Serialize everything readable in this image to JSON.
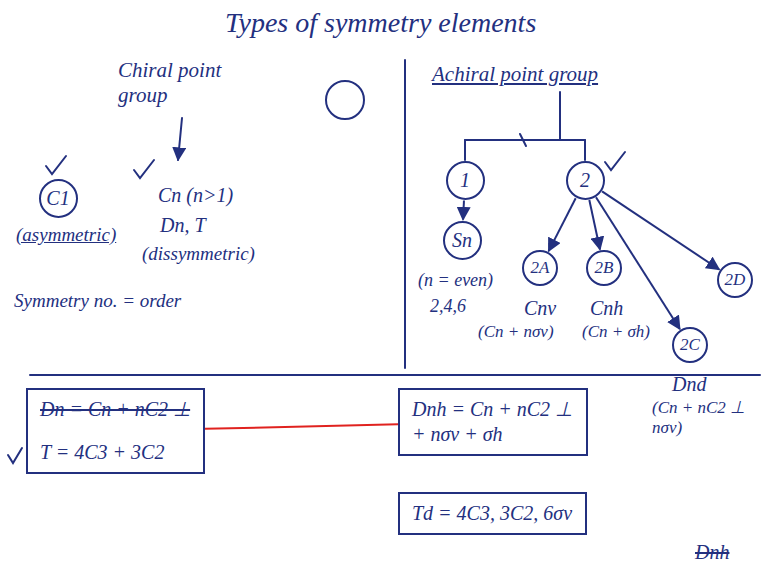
{
  "diagram": {
    "title": "Types of symmetry elements",
    "nodes": [
      {
        "text": [
          "C1"
        ]
      },
      {
        "text": [
          "1"
        ]
      },
      {
        "text": [
          "Sn"
        ]
      },
      {
        "text": [
          "2"
        ]
      },
      {
        "text": [
          "2A"
        ]
      },
      {
        "text": [
          "2B"
        ]
      },
      {
        "text": [
          "2C"
        ]
      },
      {
        "text": [
          "2D"
        ]
      },
      {
        "text": [
          "Dn = Cn + nC2 ⊥",
          "T = 4C3 + 3C2"
        ]
      },
      {
        "text": [
          "Dnh = Cn + nC2 ⊥ + nσv + σh"
        ]
      },
      {
        "text": [
          "Td = 4C3, 3C2, 6σv"
        ]
      }
    ],
    "edges": [
      {
        "from": 1,
        "to": 2,
        "arrow": "to"
      },
      {
        "from": 3,
        "to": 4,
        "arrow": "to"
      },
      {
        "from": 3,
        "to": 5,
        "arrow": "to"
      },
      {
        "from": 3,
        "to": 6,
        "arrow": "to"
      },
      {
        "from": 3,
        "to": 7,
        "arrow": "to"
      },
      {
        "from": 8,
        "to": 9,
        "arrow": "none"
      }
    ],
    "labels": [
      "Chiral point group",
      "(asymmetric)",
      "Cn (n>1)",
      "Dn, T",
      "(dissymmetric)",
      "Symmetry no. = order",
      "Achiral point group",
      "(n = even)",
      "2,4,6",
      "Cnv",
      "(Cn + nσv)",
      "Cnh",
      "(Cn + σh)",
      "Dnd",
      "(Cn + nC2 ⊥ nσv)",
      "Dnh"
    ]
  }
}
